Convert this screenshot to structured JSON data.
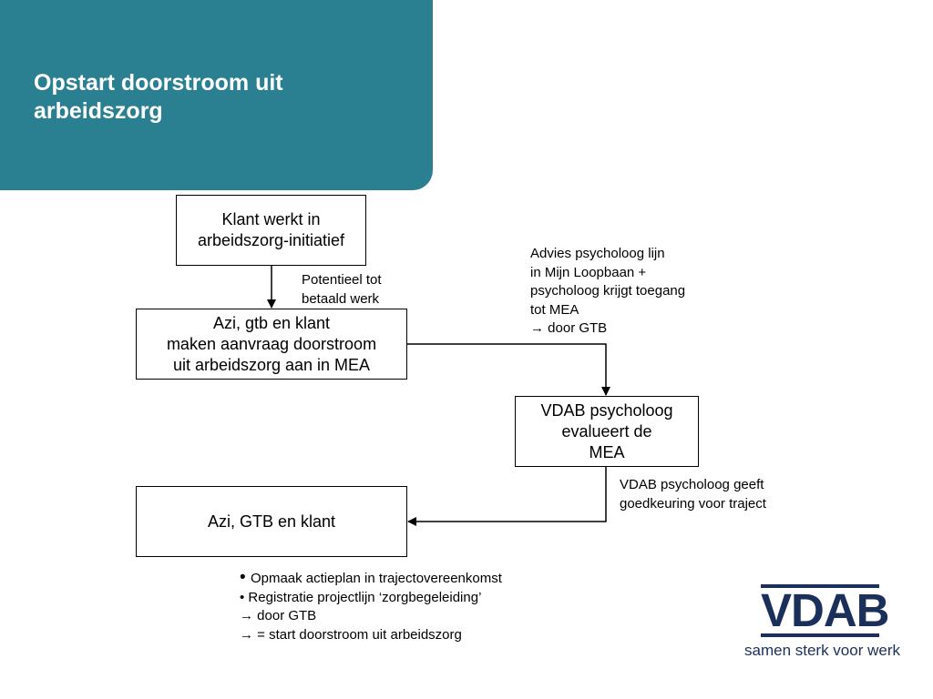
{
  "header": {
    "title": "Opstart doorstroom uit\narbeidszorg",
    "color": "#2a7f91"
  },
  "flow": {
    "boxes": [
      {
        "id": "klant-werkt",
        "text": "Klant werkt in\narbeidszorg-initiatief"
      },
      {
        "id": "aanvraag",
        "text": "Azi, gtb en klant\nmaken aanvraag doorstroom\nuit arbeidszorg aan in MEA"
      },
      {
        "id": "psycholoog-evalueert",
        "text": "VDAB psycholoog\nevalueert de\nMEA"
      },
      {
        "id": "azi-gtb-klant",
        "text": "Azi, GTB en klant"
      }
    ],
    "labels": [
      {
        "id": "potentieel",
        "text": "Potentieel tot\nbetaald werk"
      },
      {
        "id": "advies",
        "text": "Advies psycholoog lijn\nin Mijn Loopbaan +\npsycholoog krijgt toegang\ntot MEA\n→ door GTB"
      },
      {
        "id": "goedkeuring",
        "text": "VDAB psycholoog geeft\ngoedkeuring voor traject"
      }
    ],
    "bullets": [
      "Opmaak actieplan in trajectovereenkomst",
      "Registratie projectlijn ‘zorgbegeleiding’",
      "→ door GTB",
      "→ = start doorstroom uit arbeidszorg"
    ]
  },
  "logo": {
    "word": "VDAB",
    "tagline": "samen sterk voor werk",
    "color": "#1b2f5b"
  }
}
